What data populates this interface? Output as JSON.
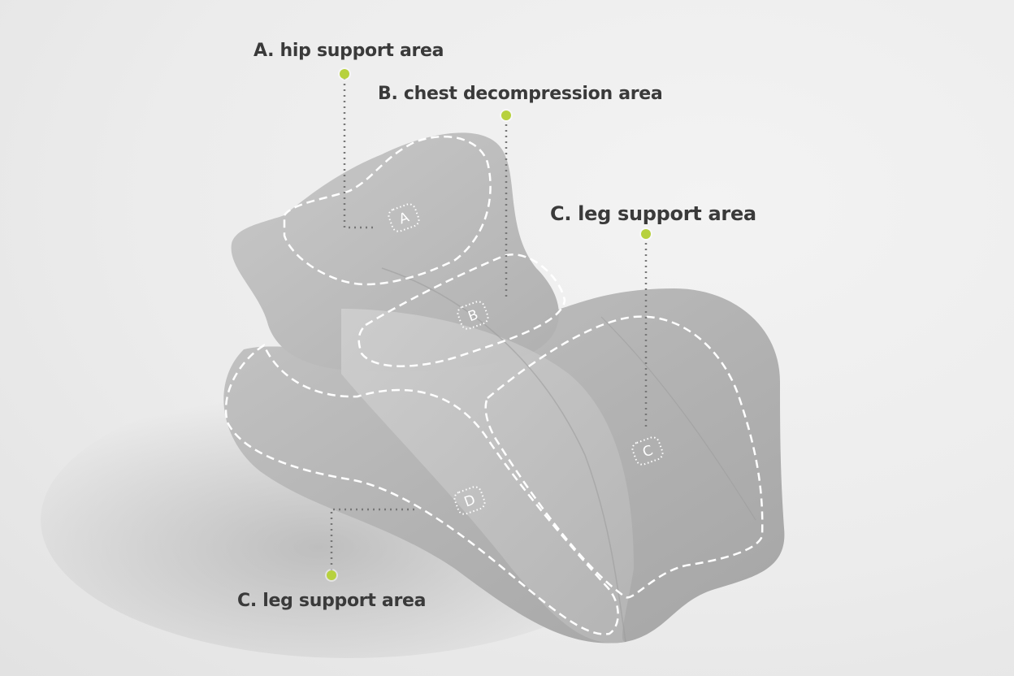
{
  "labels": {
    "a": "A. hip support area",
    "b": "B. chest decompression area",
    "c_top": "C. leg support area",
    "c_bottom": "C. leg support area"
  },
  "zones": {
    "a": "A",
    "b": "B",
    "c": "C",
    "d": "D"
  },
  "colors": {
    "accent_dot": "#b7d13e",
    "label_text": "#3a3a3a",
    "pillow_body": "#b9b9b9",
    "background": "#ececec",
    "dashed_outline": "#ffffff",
    "leader_line": "#777777"
  }
}
